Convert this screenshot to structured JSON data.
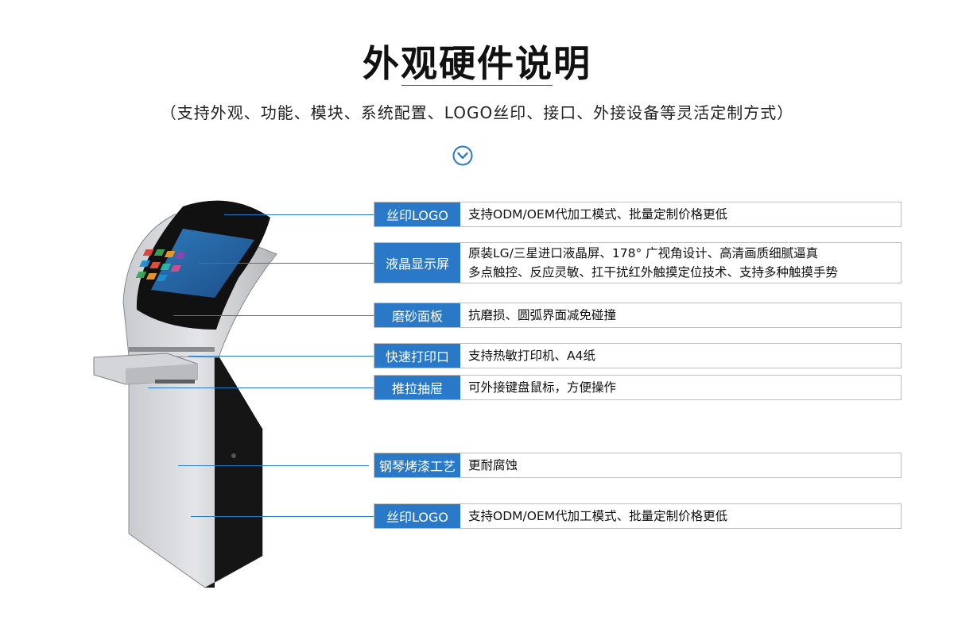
{
  "header": {
    "title": "外观硬件说明",
    "subtitle": "（支持外观、功能、模块、系统配置、LOGO丝印、接口、外接设备等灵活定制方式）"
  },
  "icons": {
    "down": "chevron-down-circle-icon"
  },
  "colors": {
    "accent": "#2979c8",
    "border": "#bfbfbf"
  },
  "features": [
    {
      "label": "丝印LOGO",
      "lines": [
        "支持ODM/OEM代加工模式、批量定制价格更低"
      ]
    },
    {
      "label": "液晶显示屏",
      "lines": [
        "原装LG/三星进口液晶屏、178° 广视角设计、高清画质细腻逼真",
        "多点触控、反应灵敏、扛干扰红外触摸定位技术、支持多种触摸手势"
      ]
    },
    {
      "label": "磨砂面板",
      "lines": [
        "抗磨损、圆弧界面减免碰撞"
      ]
    },
    {
      "label": "快速打印口",
      "lines": [
        "支持热敏打印机、A4纸"
      ]
    },
    {
      "label": "推拉抽屉",
      "lines": [
        "可外接键盘鼠标，方便操作"
      ]
    },
    {
      "label": "钢琴烤漆工艺",
      "lines": [
        "更耐腐蚀"
      ]
    },
    {
      "label": "丝印LOGO",
      "lines": [
        "支持ODM/OEM代加工模式、批量定制价格更低"
      ]
    }
  ]
}
